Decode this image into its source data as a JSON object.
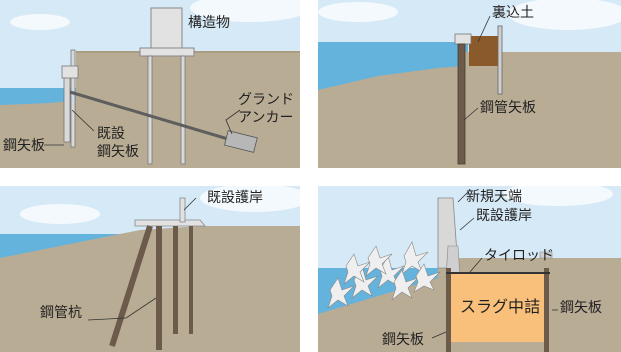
{
  "colors": {
    "sky": "#d5e9f6",
    "cloud": "#f4f9fd",
    "water": "#64b3dc",
    "ground": "#b9ac94",
    "ground_top": "#a89c83",
    "structure": "#e2e2e2",
    "pile": "#6c5a4a",
    "backfill": "#8b5a2b",
    "slag": "#f8c07a",
    "concrete": "#d8d8d8",
    "tetrapod": "#efefef"
  },
  "labels": {
    "tl": {
      "structure": "構造物",
      "anchor_line1": "グランド",
      "anchor_line2": "アンカー",
      "sheet_pile": "鋼矢板",
      "existing_line1": "既設",
      "existing_line2": "鋼矢板"
    },
    "tr": {
      "backfill": "裏込土",
      "pipe_sheet_pile": "鋼管矢板"
    },
    "bl": {
      "existing_revetment": "既設護岸",
      "steel_pipe_pile": "鋼管杭"
    },
    "br": {
      "new_crest": "新規天端",
      "existing_revetment": "既設護岸",
      "tie_rod": "タイロッド",
      "slag_fill": "スラグ中詰",
      "sheet_pile_right": "鋼矢板",
      "sheet_pile_left": "鋼矢板"
    }
  }
}
